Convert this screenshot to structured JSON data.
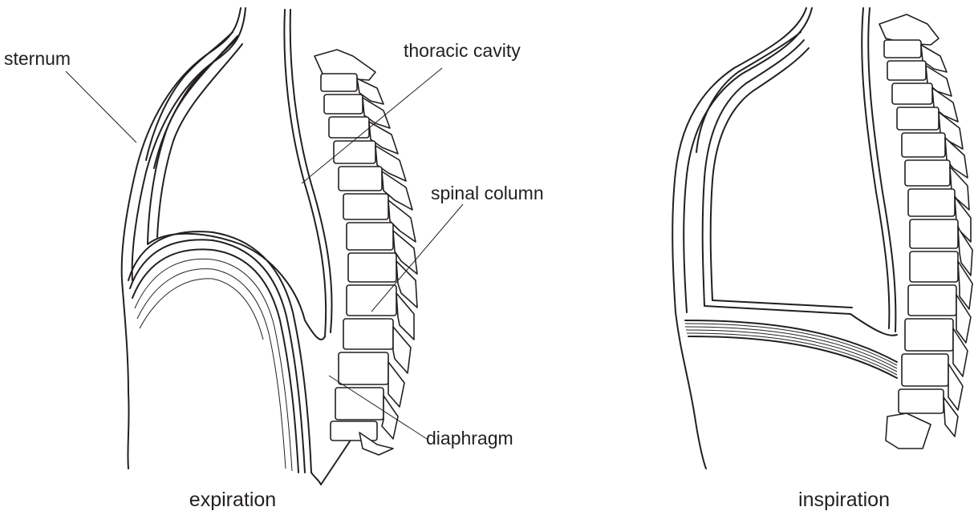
{
  "labels": {
    "sternum": "sternum",
    "thoracic_cavity": "thoracic cavity",
    "spinal_column": "spinal column",
    "diaphragm": "diaphragm"
  },
  "captions": {
    "left": "expiration",
    "right": "inspiration"
  }
}
